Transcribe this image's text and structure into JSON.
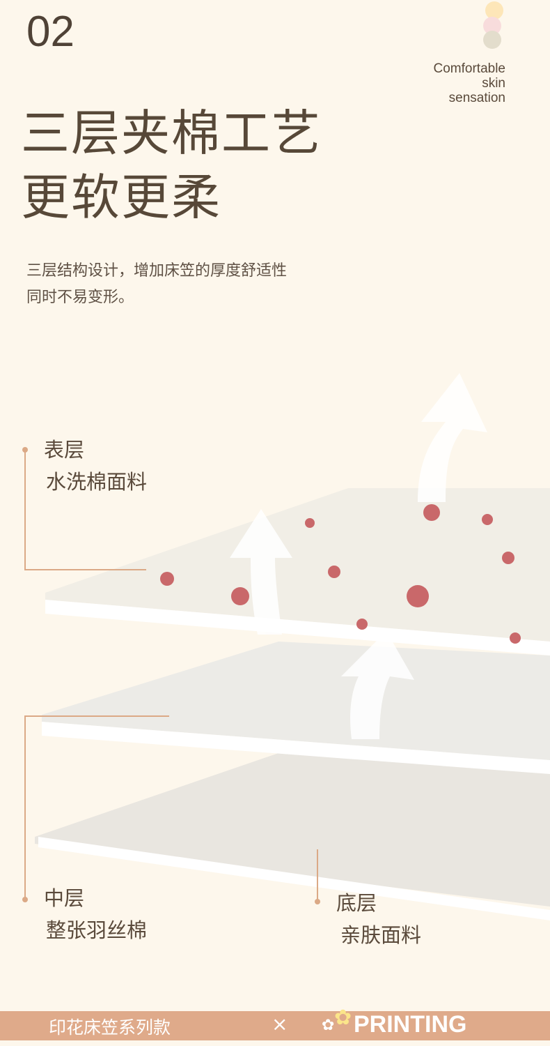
{
  "section_number": "02",
  "tagline": [
    "Comfortable",
    "skin",
    "sensation"
  ],
  "title": [
    "三层夹棉工艺",
    "更软更柔"
  ],
  "description": [
    "三层结构设计，增加床笠的厚度舒适性",
    "同时不易变形。"
  ],
  "layers": {
    "top": {
      "name": "表层",
      "material": "水洗棉面料"
    },
    "middle": {
      "name": "中层",
      "material": "整张羽丝棉"
    },
    "bottom": {
      "name": "底层",
      "material": "亲肤面料"
    }
  },
  "banner": {
    "left": "印花床笠系列款",
    "separator": "×",
    "right": "PRINTING"
  },
  "colors": {
    "accent": "#dfaa8a",
    "text": "#574838",
    "background": "#fdf7ec"
  }
}
